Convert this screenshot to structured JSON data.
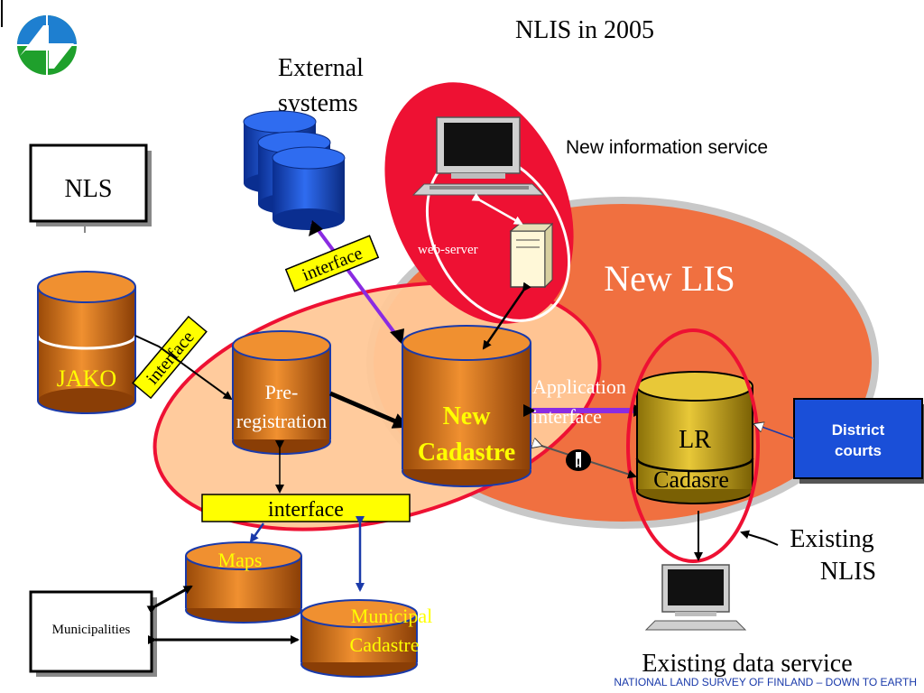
{
  "slide": {
    "title": "NLIS in 2005",
    "footer": "NATIONAL  LAND SURVEY OF FINLAND – DOWN TO EARTH"
  },
  "labels": {
    "external_systems_line1": "External",
    "external_systems_line2": "systems",
    "new_information_service": "New information service",
    "web_server": "web-server",
    "new_lis": "New LIS",
    "nls": "NLS",
    "jako": "JAKO",
    "interface_jako": "interface",
    "interface_top": "interface",
    "pre_registration_line1": "Pre-",
    "pre_registration_line2": "registration",
    "new_cadastre_line1": "New",
    "new_cadastre_line2": "Cadastre",
    "application_interface_line1": "Application",
    "application_interface_line2": "interface",
    "lr": "LR",
    "cadasre": "Cadasre",
    "district_courts_line1": "District",
    "district_courts_line2": "courts",
    "interface_bar": "interface",
    "maps": "Maps",
    "municipal_cadastre_line1": "Municipal",
    "municipal_cadastre_line2": "Cadastre",
    "municipalities": "Municipalities",
    "existing_nlis_line1": "Existing",
    "existing_nlis_line2": "NLIS",
    "existing_data_service": "Existing data service",
    "warning_mark": "!"
  },
  "colors": {
    "red_ellipse": "#ee1133",
    "new_lis_fill": "#f07040",
    "new_lis_outline": "#c0c0c0",
    "peach": "#ffc898",
    "cylinder_orange": "#e07818",
    "cylinder_gold": "#c8a018",
    "cylinder_blue": "#1a4fd8",
    "district_blue": "#1a4fd8",
    "interface_yellow": "#ffff00",
    "arrow_purple": "#8a2be2",
    "arrow_blue": "#1a3aaa",
    "logo_blue": "#1e7fd0",
    "logo_green": "#1fa02c"
  },
  "icons": [
    "nls-logo-icon",
    "computer-icon",
    "server-tower-icon",
    "database-icon",
    "warning-icon"
  ]
}
